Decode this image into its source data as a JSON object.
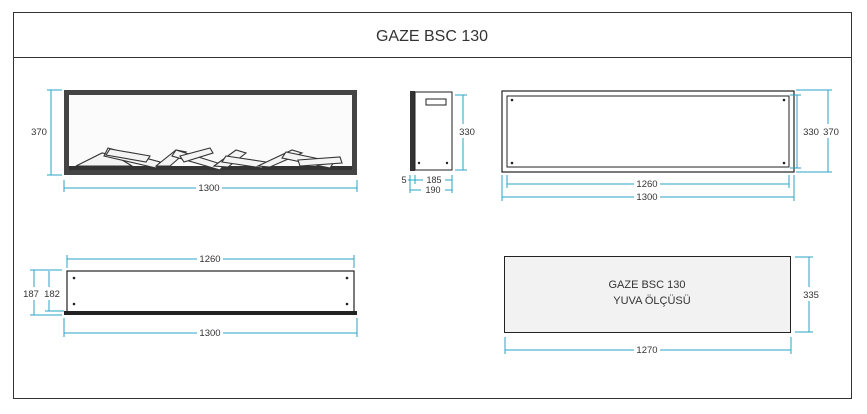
{
  "title": "GAZE BSC 130",
  "colors": {
    "dimension": "#2aa3c4",
    "outline": "#222222",
    "panel": "#f2f2f2",
    "frame": "#333333"
  },
  "front_view": {
    "height_label": "370",
    "width_label": "1300"
  },
  "side_view": {
    "height_label": "330",
    "depth_label": "185",
    "offset_label": "5",
    "total_depth_label": "190"
  },
  "rear_view": {
    "inner_height_label": "330",
    "outer_height_label": "370",
    "inner_width_label": "1260",
    "outer_width_label": "1300"
  },
  "top_view": {
    "inner_width_label": "1260",
    "outer_width_label": "1300",
    "outer_height_label": "187",
    "inner_height_label": "182"
  },
  "niche": {
    "line1": "GAZE BSC 130",
    "line2": "YUVA ÖLÇÜSÜ",
    "height_label": "335",
    "width_label": "1270"
  }
}
